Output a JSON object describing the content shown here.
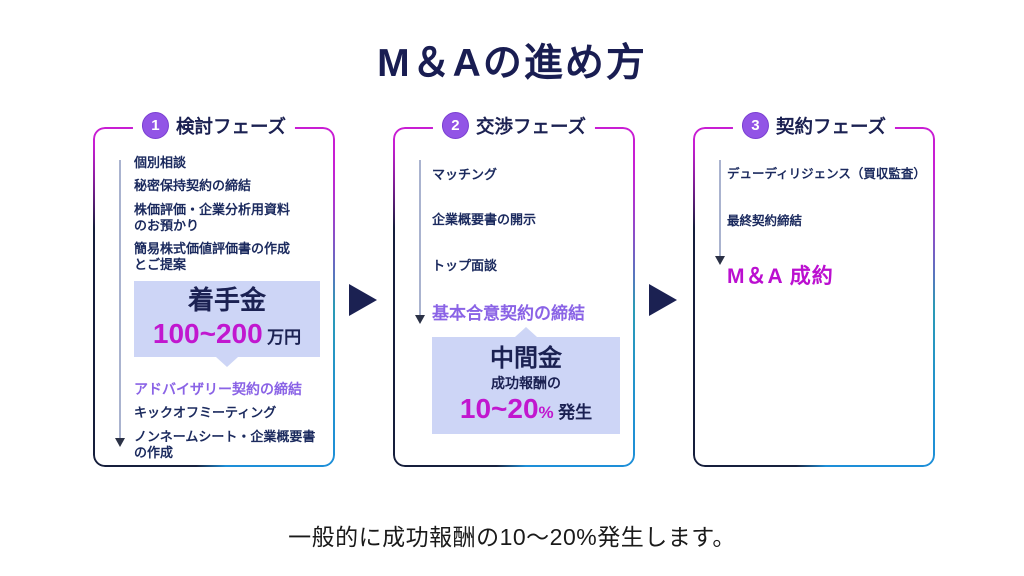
{
  "page": {
    "title": "M＆Aの進め方",
    "footer": "一般的に成功報酬の10〜20%発生します。"
  },
  "colors": {
    "title_navy": "#191d52",
    "step_navy": "#1b2a5e",
    "accent_magenta": "#c117cf",
    "accent_purple": "#8a63e6",
    "circle_purple": "#9254e6",
    "fee_box_bg": "#cdd5f6",
    "border_top_magenta": "#c81ed3",
    "border_left_navy": "#141c3a",
    "border_right_blue": "#1e8fd8"
  },
  "phases": [
    {
      "number": "1",
      "title": "検討フェーズ",
      "steps": [
        "個別相談",
        "秘密保持契約の締結",
        "株価評価・企業分析用資料\nのお預かり",
        "簡易株式価値評価書の作成\nとご提案"
      ],
      "fee_box": {
        "title": "着手金",
        "amount": "100~200",
        "unit": "万円"
      },
      "highlight_step": "アドバイザリー契約の締結",
      "steps_after": [
        "キックオフミーティング",
        "ノンネームシート・企業概要書\nの作成"
      ]
    },
    {
      "number": "2",
      "title": "交渉フェーズ",
      "steps": [
        "マッチング",
        "企業概要書の開示",
        "トップ面談"
      ],
      "highlight_step": "基本合意契約の締結",
      "fee_box": {
        "title": "中間金",
        "subtitle": "成功報酬の",
        "amount": "10~20",
        "unit_mid": "%",
        "unit": "発生"
      }
    },
    {
      "number": "3",
      "title": "契約フェーズ",
      "steps": [
        "デューディリジェンス（買収監査）",
        "最終契約締結"
      ],
      "result": "M＆A 成約"
    }
  ]
}
